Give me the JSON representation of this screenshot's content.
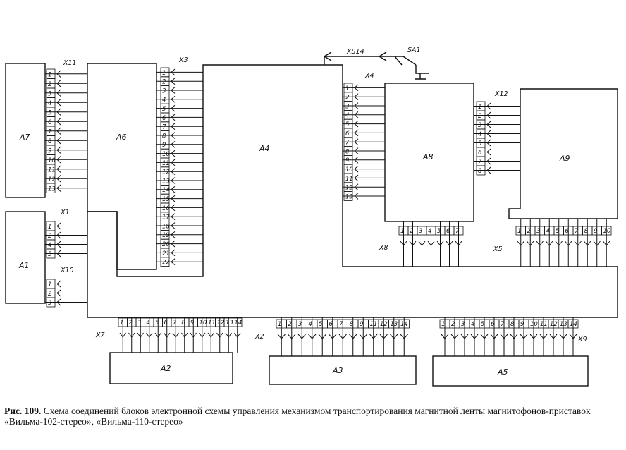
{
  "blocks": {
    "A1": "A1",
    "A2": "A2",
    "A3": "A3",
    "A4": "A4",
    "A5": "A5",
    "A6": "A6",
    "A7": "A7",
    "A8": "A8",
    "A9": "A9"
  },
  "connectors": {
    "X1": "X1",
    "X2": "X2",
    "X3": "X3",
    "X4": "X4",
    "X5": "X5",
    "X7": "X7",
    "X8": "X8",
    "X9": "X9",
    "X10": "X10",
    "X11": "X11",
    "X12": "X12",
    "XS14": "XS14"
  },
  "switch_label": "SA1",
  "pins": {
    "X11": [
      "1",
      "2",
      "3",
      "4",
      "5",
      "6",
      "7",
      "8",
      "9",
      "10",
      "11",
      "12",
      "13"
    ],
    "X3": [
      "1",
      "2",
      "3",
      "4",
      "5",
      "6",
      "7",
      "8",
      "9",
      "10",
      "11",
      "12",
      "13",
      "14",
      "15",
      "16",
      "17",
      "18",
      "19",
      "20",
      "21",
      "22"
    ],
    "X1": [
      "1",
      "2",
      "4",
      "5"
    ],
    "X10": [
      "1",
      "2",
      "3"
    ],
    "X4": [
      "1",
      "2",
      "3",
      "4",
      "5",
      "6",
      "7",
      "8",
      "9",
      "10",
      "11",
      "12",
      "13"
    ],
    "X12": [
      "1",
      "2",
      "3",
      "4",
      "5",
      "6",
      "7",
      "8"
    ],
    "X8": [
      "1",
      "2",
      "3",
      "4",
      "5",
      "6",
      "7"
    ],
    "X5": [
      "1",
      "2",
      "3",
      "4",
      "5",
      "6",
      "7",
      "8",
      "9",
      "10"
    ],
    "X7": [
      "1",
      "2",
      "3",
      "4",
      "5",
      "6",
      "7",
      "8",
      "9",
      "10",
      "11",
      "12",
      "13",
      "14"
    ],
    "X2": [
      "1",
      "2",
      "3",
      "4",
      "5",
      "6",
      "7",
      "8",
      "9",
      "11",
      "12",
      "13",
      "14"
    ],
    "X9": [
      "1",
      "2",
      "3",
      "4",
      "5",
      "6",
      "7",
      "8",
      "9",
      "10",
      "11",
      "12",
      "13",
      "14"
    ]
  },
  "caption": {
    "lead": "Рис. 109.",
    "text": "Схема соединений блоков электронной схемы управления механизмом транспортирования магнитной ленты магнитофонов-приставок «Вильма-102-стерео», «Вильма-110-стерео»"
  }
}
